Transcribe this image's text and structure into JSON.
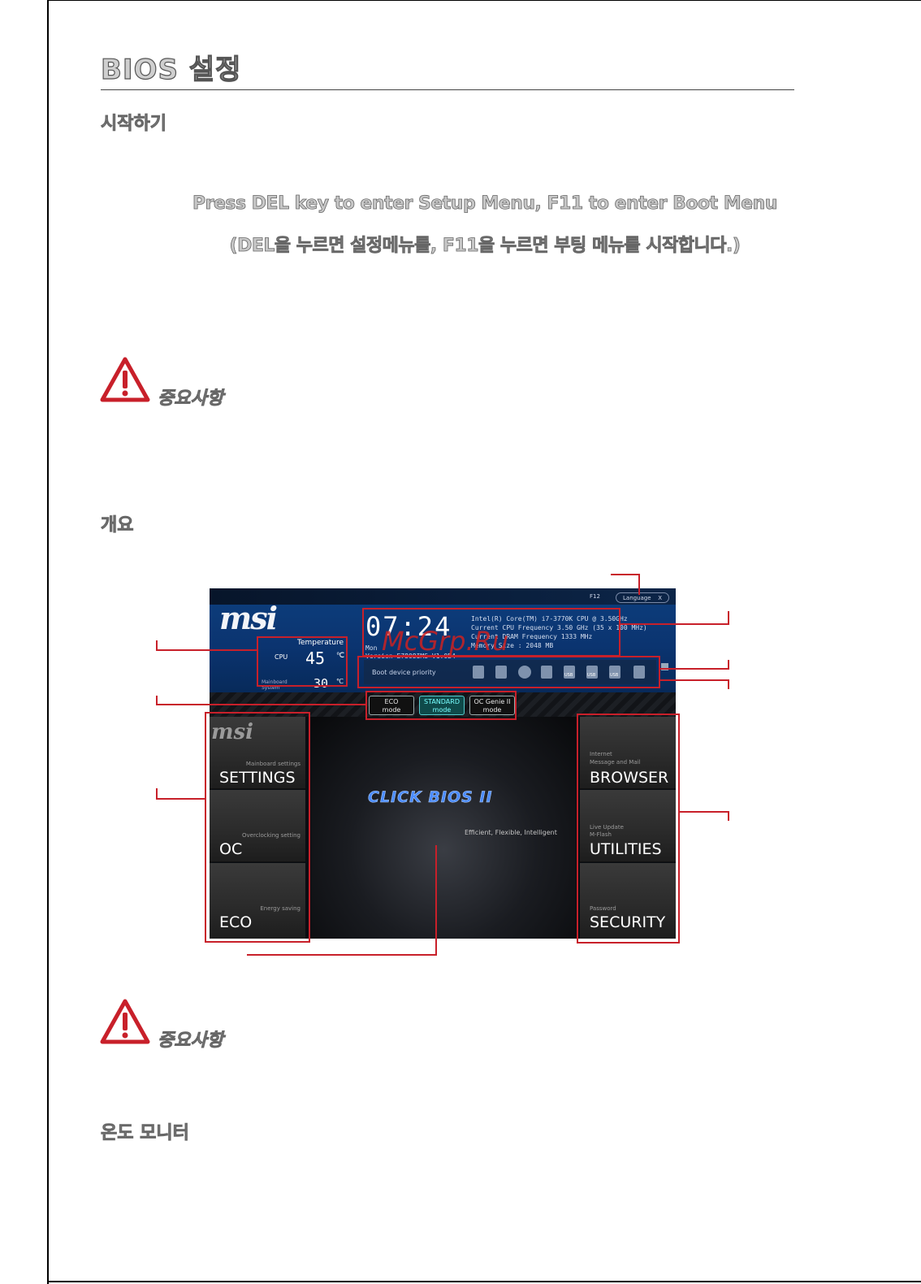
{
  "page": {
    "title": "BIOS 설정",
    "section_start": "시작하기",
    "press_line": "Press DEL key to enter Setup Menu, F11 to enter Boot Menu",
    "press_line_ko": "(DEL을 누르면 설정메뉴를, F11을 누르면 부팅 메뉴를 시작합니다.)",
    "important_1": "중요사항",
    "section_overview": "개요",
    "important_2": "중요사항",
    "section_temp": "온도 모니터",
    "watermark": "McGrp.Ru"
  },
  "bios": {
    "brand": "msi",
    "f12": "F12",
    "language": "Language",
    "language_close": "X",
    "clock": "07:24",
    "date": "Mon",
    "version": "Version E7808IMS V1.0B4",
    "cpu_info": "Intel(R) Core(TM) i7-3770K CPU @ 3.50GHz",
    "cpu_freq": "Current CPU Frequency 3.50 GHz (35 x 100 MHz)",
    "dram_freq": "Current DRAM Frequency 1333 MHz",
    "memory_size": "Memory Size : 2048 MB",
    "temperature_label": "Temperature",
    "cpu_label": "CPU",
    "cpu_temp": "45",
    "cpu_unit": "℃",
    "mb_label": "Mainboard System",
    "mb_temp": "30",
    "mb_unit": "℃",
    "boot_priority": "Boot device priority",
    "boot_icons": [
      "usb-drive-icon",
      "hdd-icon",
      "optical-disc-icon",
      "card-reader-icon",
      "usb-hdd-icon",
      "usb-floppy-icon",
      "usb-optical-icon",
      "network-icon"
    ],
    "usb_label": "USB",
    "modes": [
      {
        "line1": "ECO",
        "line2": "mode"
      },
      {
        "line1": "STANDARD",
        "line2": "mode"
      },
      {
        "line1": "OC Genie II",
        "line2": "mode"
      }
    ],
    "left_panels": [
      {
        "small": "Mainboard settings",
        "big": "SETTINGS"
      },
      {
        "small": "Overclocking setting",
        "big": "OC"
      },
      {
        "small": "Energy saving",
        "big": "ECO"
      }
    ],
    "right_panels": [
      {
        "small1": "Internet",
        "small2": "Message and Mail",
        "big": "BROWSER"
      },
      {
        "small1": "Live Update",
        "small2": "M-Flash",
        "big": "UTILITIES"
      },
      {
        "small1": "Password",
        "small2": "",
        "big": "SECURITY"
      }
    ],
    "logo_text": "CLICK BIOS II",
    "tagline": "Efficient, Flexible, Intelligent"
  }
}
